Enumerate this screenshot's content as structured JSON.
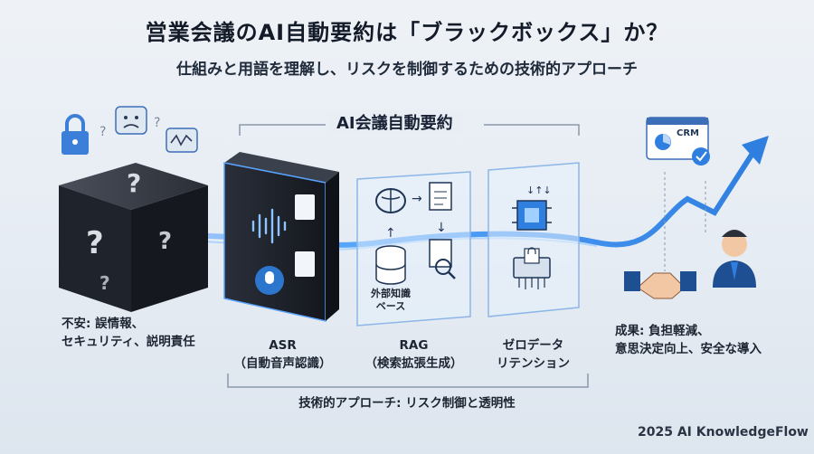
{
  "header": {
    "title": "営業会議のAI自動要約は「ブラックボックス」か？",
    "subtitle": "仕組みと用語を理解し、リスクを制御するための技術的アプローチ"
  },
  "center": {
    "section_title": "AI会議自動要約",
    "approach_label": "技術的アプローチ: リスク制御と透明性"
  },
  "left": {
    "anxiety_line1": "不安: 誤情報、",
    "anxiety_line2": "セキュリティ、説明責任"
  },
  "steps": [
    {
      "name": "ASR",
      "sub": "（自動音声認識）"
    },
    {
      "name": "RAG",
      "sub": "（検索拡張生成）"
    },
    {
      "name": "ゼロデータ",
      "sub": "リテンション"
    }
  ],
  "rag": {
    "kb_line1": "外部知識",
    "kb_line2": "ベース"
  },
  "right": {
    "result_line1": "成果: 負担軽減、",
    "result_line2": "意思決定向上、安全な導入",
    "crm": "CRM"
  },
  "footer": {
    "credit": "2025 AI KnowledgeFlow"
  },
  "colors": {
    "accent": "#2f7fe0",
    "glow": "#6fb4ff",
    "cube": "#1c1f26"
  }
}
